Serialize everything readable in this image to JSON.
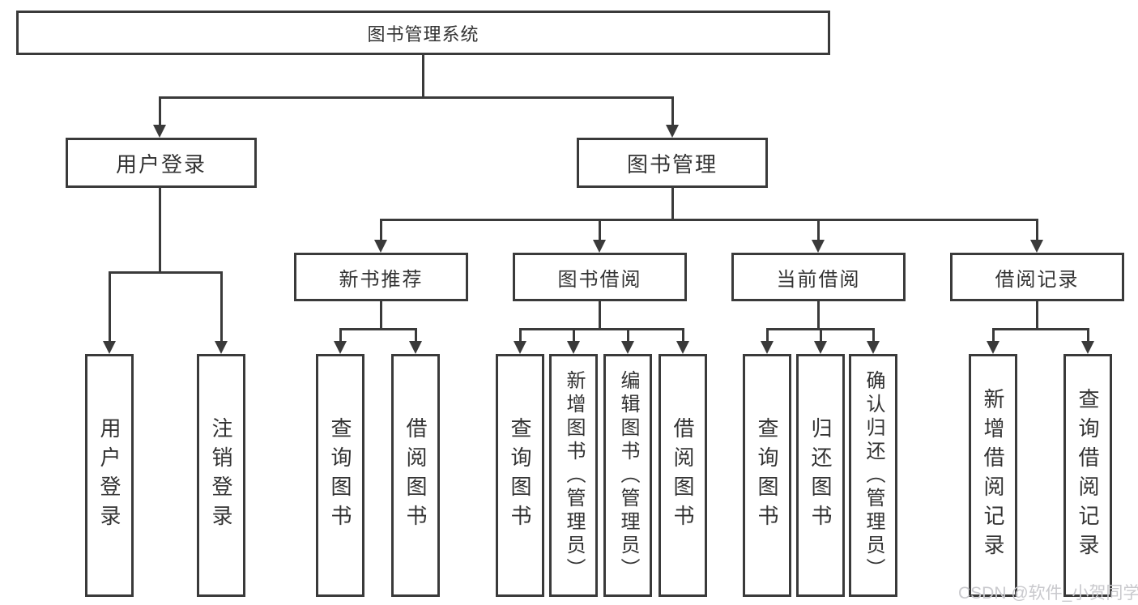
{
  "tree": {
    "root": {
      "label": "图书管理系统"
    },
    "branches": [
      {
        "label": "用户登录",
        "leaves": [
          "用户登录",
          "注销登录"
        ]
      },
      {
        "label": "图书管理",
        "groups": [
          {
            "label": "新书推荐",
            "leaves": [
              "查询图书",
              "借阅图书"
            ]
          },
          {
            "label": "图书借阅",
            "leaves": [
              "查询图书",
              "新增图书（管理员）",
              "编辑图书（管理员）",
              "借阅图书"
            ]
          },
          {
            "label": "当前借阅",
            "leaves": [
              "查询图书",
              "归还图书",
              "确认归还（管理员）"
            ]
          },
          {
            "label": "借阅记录",
            "leaves": [
              "新增借阅记录",
              "查询借阅记录"
            ]
          }
        ]
      }
    ]
  },
  "watermark": "CSDN @软件_小贺同学",
  "colors": {
    "line": "#3a3a3a",
    "text": "#333333",
    "background": "#ffffff",
    "watermark": "#c9c9cd"
  }
}
